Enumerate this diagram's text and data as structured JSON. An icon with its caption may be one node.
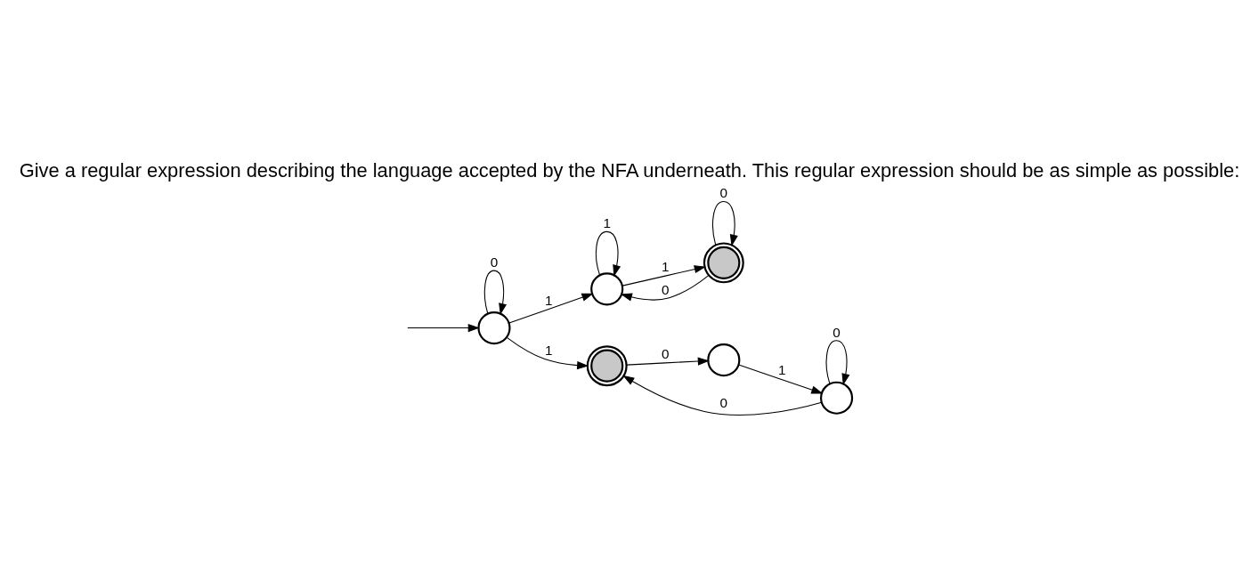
{
  "diagram": {
    "title": "Give a regular expression describing the language accepted by the NFA underneath. This regular expression should be as simple as possible:",
    "nodes": [
      {
        "text": [],
        "shape": "circle"
      },
      {
        "text": [],
        "shape": "circle"
      },
      {
        "text": [],
        "shape": "doublecircle"
      },
      {
        "text": [],
        "shape": "doublecircle"
      },
      {
        "text": [],
        "shape": "circle"
      },
      {
        "text": [],
        "shape": "circle"
      }
    ],
    "edges": [
      {
        "from": null,
        "to": 0,
        "arrow": "to"
      },
      {
        "from": 0,
        "to": 0,
        "arrow": "to",
        "label": "0"
      },
      {
        "from": 0,
        "to": 1,
        "arrow": "to",
        "label": "1"
      },
      {
        "from": 0,
        "to": 3,
        "arrow": "to",
        "label": "1"
      },
      {
        "from": 1,
        "to": 1,
        "arrow": "to",
        "label": "1"
      },
      {
        "from": 1,
        "to": 2,
        "arrow": "to",
        "label": "1"
      },
      {
        "from": 2,
        "to": 1,
        "arrow": "to",
        "label": "0"
      },
      {
        "from": 2,
        "to": 2,
        "arrow": "to",
        "label": "0"
      },
      {
        "from": 3,
        "to": 4,
        "arrow": "to",
        "label": "0"
      },
      {
        "from": 4,
        "to": 5,
        "arrow": "to",
        "label": "1"
      },
      {
        "from": 5,
        "to": 5,
        "arrow": "to",
        "label": "0"
      },
      {
        "from": 5,
        "to": 3,
        "arrow": "to",
        "label": "0"
      }
    ]
  }
}
